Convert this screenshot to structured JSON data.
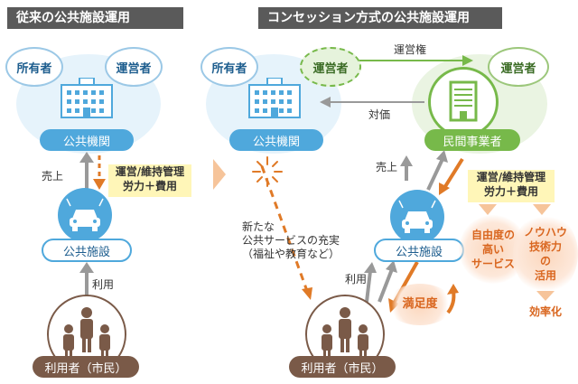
{
  "left": {
    "title": "従来の公共施設運用",
    "owner": "所有者",
    "operator": "運営者",
    "public_agency": "公共機関",
    "sales": "売上",
    "ops_note_line1": "運営/維持管理",
    "ops_note_line2": "労力＋費用",
    "facility": "公共施設",
    "use": "利用",
    "users": "利用者（市民）"
  },
  "right": {
    "title": "コンセッション方式の公共施設運用",
    "owner": "所有者",
    "operator_dashed": "運営者",
    "operating_right": "運営権",
    "operator": "運営者",
    "consideration": "対価",
    "public_agency": "公共機関",
    "private_operator": "民間事業者",
    "sales": "売上",
    "ops_note_line1": "運営/維持管理",
    "ops_note_line2": "労力＋費用",
    "new_services_line1": "新たな",
    "new_services_line2": "公共サービスの充実",
    "new_services_line3": "（福祉や教育など）",
    "facility": "公共施設",
    "use": "利用",
    "satisfaction": "満足度",
    "benefit1_line1": "自由度の",
    "benefit1_line2": "高い",
    "benefit1_line3": "サービス",
    "benefit2_line1": "ノウハウ",
    "benefit2_line2": "技術力",
    "benefit2_line3": "の",
    "benefit2_line4": "活用",
    "efficiency": "効率化",
    "users": "利用者（市民）"
  },
  "colors": {
    "header": "#5a5a5a",
    "blue": "#4fa8dc",
    "green": "#77b94a",
    "orange": "#e07a27",
    "brown": "#7a5a48",
    "yellow": "#fff6b8"
  }
}
